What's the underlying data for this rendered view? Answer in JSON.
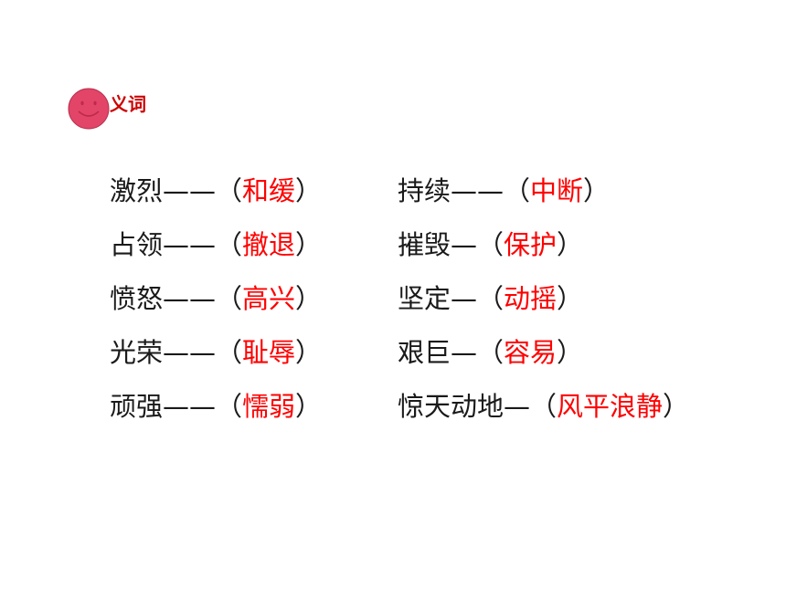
{
  "heading": "义词",
  "colors": {
    "answer": "#ff0000",
    "heading": "#cc0000",
    "smiley": "#e24567"
  },
  "icon": "smiley-face-icon",
  "left_pairs": [
    {
      "word": "激烈",
      "dash": "——",
      "answer": "和缓"
    },
    {
      "word": "占领",
      "dash": "——",
      "answer": "撤退"
    },
    {
      "word": "愤怒",
      "dash": "——",
      "answer": "高兴"
    },
    {
      "word": "光荣",
      "dash": "——",
      "answer": "耻辱"
    },
    {
      "word": "顽强",
      "dash": "——",
      "answer": "懦弱"
    }
  ],
  "right_pairs": [
    {
      "word": "持续",
      "dash": "——",
      "answer": "中断"
    },
    {
      "word": "摧毁",
      "dash": "—",
      "answer": "保护"
    },
    {
      "word": "坚定",
      "dash": "—",
      "answer": "动摇"
    },
    {
      "word": "艰巨",
      "dash": "—",
      "answer": "容易"
    },
    {
      "word": "惊天动地",
      "dash": "—",
      "answer": "风平浪静"
    }
  ]
}
